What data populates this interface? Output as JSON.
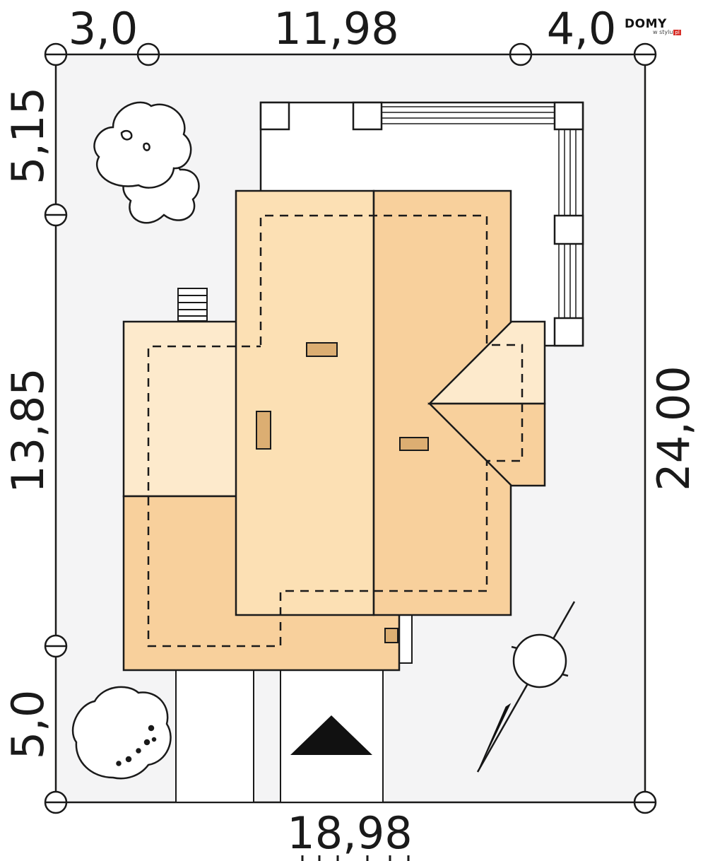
{
  "brand": {
    "name": "DOMY",
    "sub": "w stylu",
    "tag": "pl"
  },
  "dimensions": {
    "top_left": "3,0",
    "top_center": "11,98",
    "top_right": "4,0",
    "bottom": "18,98",
    "left_top": "5,15",
    "left_middle": "13,85",
    "left_bottom": "5,0",
    "right": "24,00"
  },
  "colors": {
    "plot": "#f4f4f5",
    "roof_light": "#fdeacc",
    "roof_mid": "#fce0b4",
    "roof_dark": "#f8d09c",
    "chimney": "#dcae72",
    "outline": "#1a1a1a"
  },
  "icons": [
    "tree-icon",
    "compass-icon",
    "entrance-arrow-icon",
    "grid-node-icon"
  ]
}
